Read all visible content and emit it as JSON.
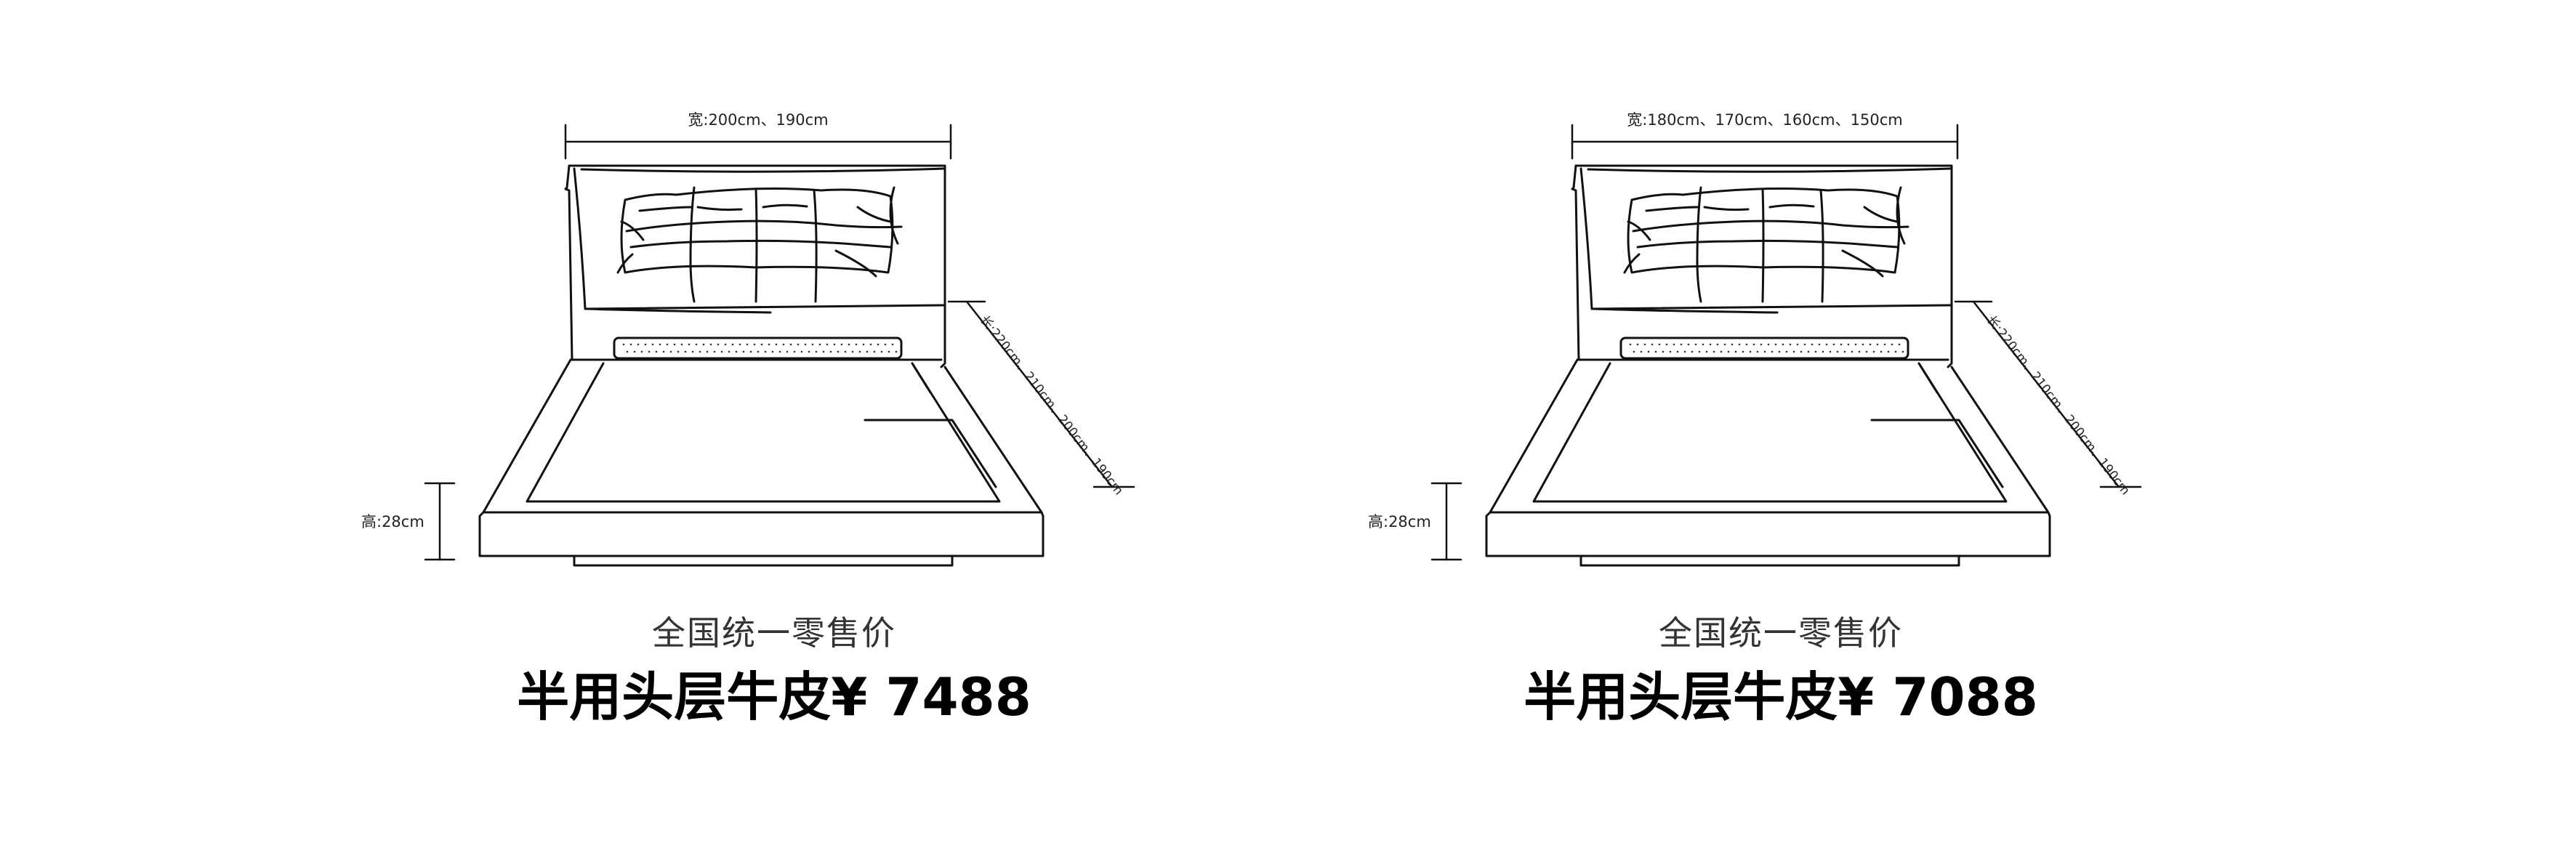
{
  "products": [
    {
      "width_label": "宽:200cm、190cm",
      "length_label": "长:220cm、210cm、200cm、190cm",
      "height_label": "高:28cm",
      "subtitle": "全国统一零售价",
      "material": "半用头层牛皮",
      "currency": "¥",
      "price": "7488"
    },
    {
      "width_label": "宽:180cm、170cm、160cm、150cm",
      "length_label": "长:220cm、210cm、200cm、190cm",
      "height_label": "高:28cm",
      "subtitle": "全国统一零售价",
      "material": "半用头层牛皮",
      "currency": "¥",
      "price": "7088"
    }
  ],
  "colors": {
    "line": "#111111",
    "text": "#222222",
    "background": "#ffffff"
  }
}
